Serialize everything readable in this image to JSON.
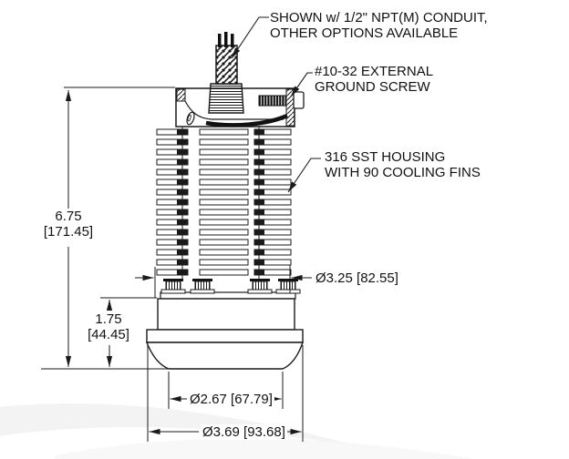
{
  "annotations": {
    "conduit_line1": "SHOWN w/ 1/2\" NPT(M) CONDUIT,",
    "conduit_line2": "OTHER OPTIONS AVAILABLE",
    "ground_line1": "#10-32 EXTERNAL",
    "ground_line2": "GROUND SCREW",
    "housing_line1": "316 SST HOUSING",
    "housing_line2": "WITH 90 COOLING FINS"
  },
  "dimensions": {
    "height_in": "6.75",
    "height_mm": "[171.45]",
    "lower_in": "1.75",
    "lower_mm": "[44.45]",
    "fin_od": "Ø3.25 [82.55]",
    "face_od": "Ø2.67 [67.79]",
    "flange_od": "Ø3.69 [93.68]"
  },
  "colors": {
    "line": "#1a1a1a",
    "background": "#ffffff",
    "watermark": "#efefef"
  }
}
